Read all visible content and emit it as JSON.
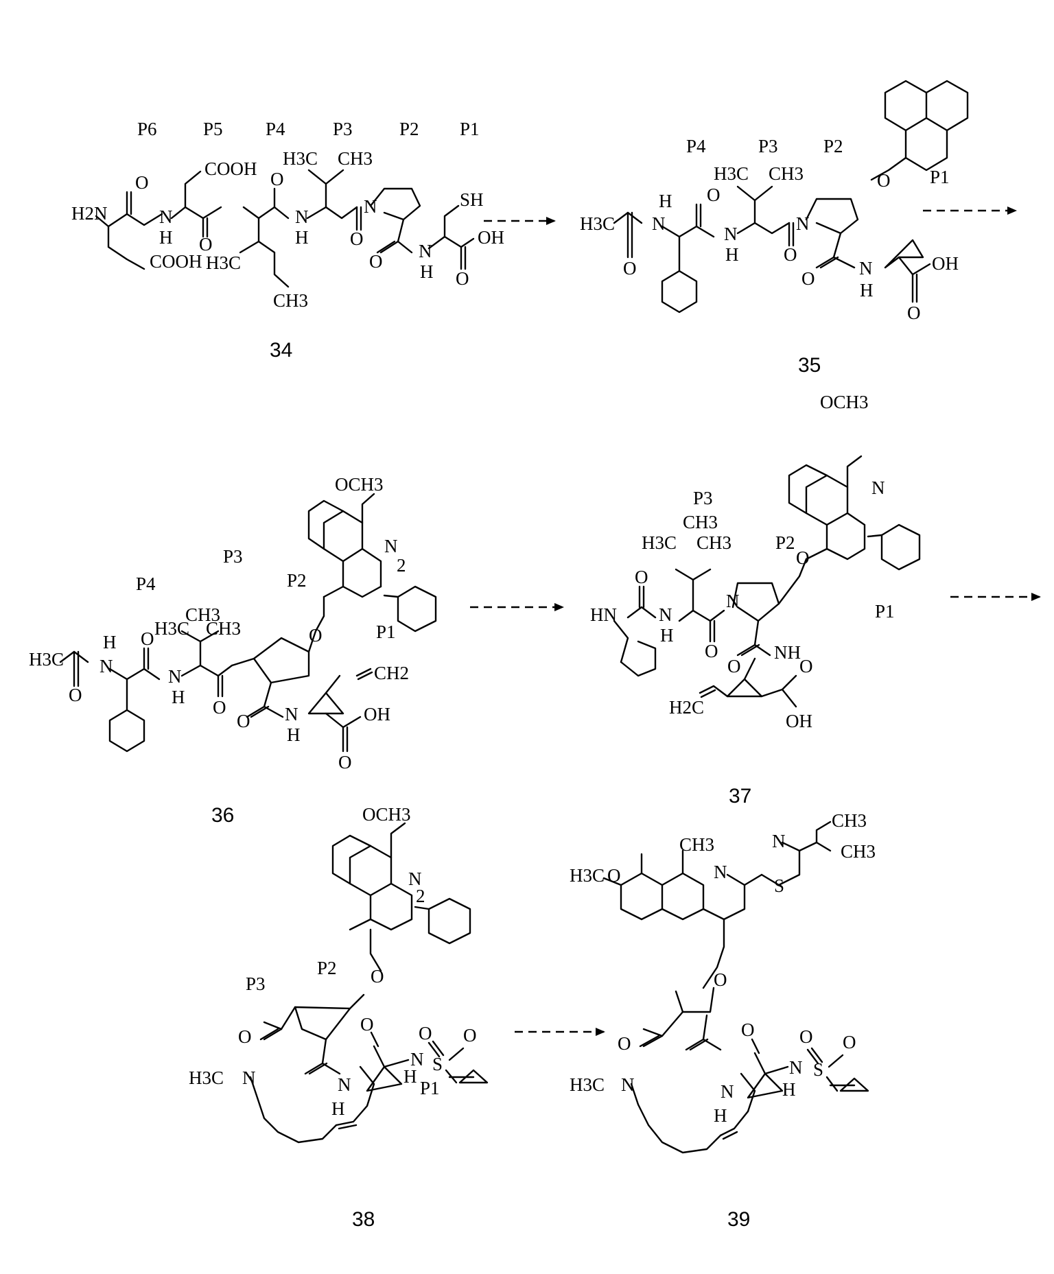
{
  "compounds": [
    {
      "number": "34",
      "residue_labels": [
        "P6",
        "P5",
        "P4",
        "P3",
        "P2",
        "P1"
      ],
      "atom_labels": [
        "H2N",
        "O",
        "N",
        "H",
        "COOH",
        "COOH",
        "O",
        "O",
        "N",
        "H",
        "H3C",
        "CH3",
        "H3C",
        "CH3",
        "N",
        "O",
        "SH",
        "O",
        "N",
        "H",
        "OH",
        "O"
      ]
    },
    {
      "number": "35",
      "residue_labels": [
        "P4",
        "P3",
        "P2",
        "P1"
      ],
      "atom_labels": [
        "H3C",
        "N",
        "H",
        "O",
        "O",
        "N",
        "H",
        "H3C",
        "CH3",
        "N",
        "O",
        "O",
        "O",
        "N",
        "H",
        "OH",
        "O"
      ]
    },
    {
      "number": "36",
      "residue_labels": [
        "P4",
        "P3",
        "P2",
        "P1"
      ],
      "atom_labels": [
        "OCH3",
        "N",
        "2",
        "H3C",
        "N",
        "H",
        "O",
        "O",
        "CH3",
        "H3C",
        "CH3",
        "N",
        "H",
        "O",
        "O",
        "CH2",
        "O",
        "N",
        "H",
        "OH",
        "O"
      ]
    },
    {
      "number": "37",
      "residue_labels": [
        "P3",
        "P2",
        "P1"
      ],
      "atom_labels": [
        "OCH3",
        "N",
        "CH3",
        "H3C",
        "CH3",
        "O",
        "O",
        "HN",
        "N",
        "H",
        "N",
        "O",
        "O",
        "NH",
        "H2C",
        "O",
        "OH"
      ]
    },
    {
      "number": "38",
      "residue_labels": [
        "P3",
        "P2",
        "P1"
      ],
      "atom_labels": [
        "OCH3",
        "N",
        "2",
        "O",
        "O",
        "O",
        "S",
        "O",
        "N",
        "H",
        "H3C",
        "N",
        "O",
        "N",
        "H"
      ]
    },
    {
      "number": "39",
      "residue_labels": [],
      "atom_labels": [
        "CH3",
        "CH3",
        "CH3",
        "H3C",
        "O",
        "N",
        "N",
        "S",
        "O",
        "O",
        "O",
        "S",
        "O",
        "N",
        "H",
        "H3C",
        "N",
        "O",
        "N",
        "H"
      ]
    }
  ],
  "arrows": [
    {
      "from": "34",
      "to": "35",
      "style": "dashed"
    },
    {
      "from": "35",
      "to": "36",
      "style": "dashed"
    },
    {
      "from": "36",
      "to": "37",
      "style": "dashed"
    },
    {
      "from": "37",
      "to": "38",
      "style": "dashed"
    },
    {
      "from": "38",
      "to": "39",
      "style": "dashed"
    }
  ]
}
